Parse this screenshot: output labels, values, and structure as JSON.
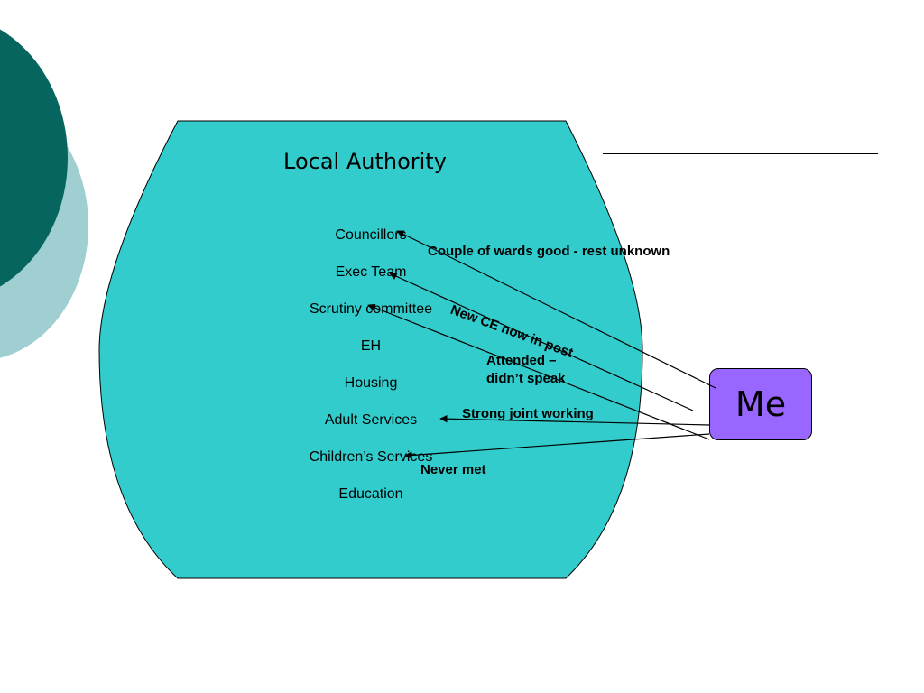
{
  "authority": {
    "title": "Local Authority",
    "color": "#33cccc"
  },
  "departments": [
    {
      "key": "councillors",
      "label": "Councillors"
    },
    {
      "key": "exec-team",
      "label": "Exec Team"
    },
    {
      "key": "scrutiny-committee",
      "label": "Scrutiny committee"
    },
    {
      "key": "eh",
      "label": "EH"
    },
    {
      "key": "housing",
      "label": "Housing"
    },
    {
      "key": "adult-services",
      "label": "Adult Services"
    },
    {
      "key": "childrens-services",
      "label": "Children’s Services"
    },
    {
      "key": "education",
      "label": "Education"
    }
  ],
  "me": {
    "label": "Me",
    "color": "#9966ff"
  },
  "notes": {
    "councillors": "Couple of wards good - rest  unknown",
    "exec_team": "New CE now in post",
    "scrutiny_line1": "Attended –",
    "scrutiny_line2": "didn’t speak",
    "adult_services": "Strong joint working",
    "childrens_services": "Never met"
  }
}
